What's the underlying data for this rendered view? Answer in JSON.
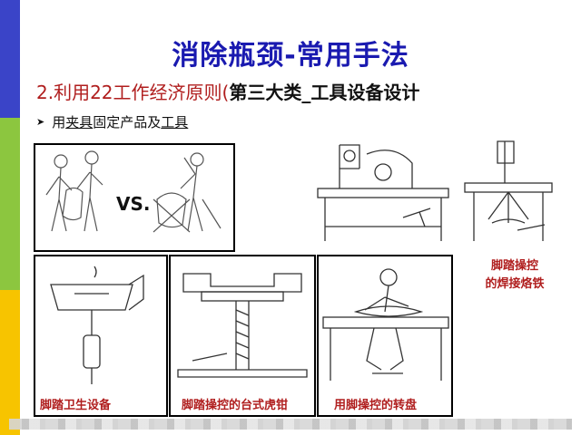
{
  "slide": {
    "title": "消除瓶颈-常用手法",
    "subtitle_prefix": "2.利用22工作经济原则(",
    "subtitle_rest": "第三大类_工具设备设计",
    "bullet_prefix": "用",
    "bullet_u1": "夹具",
    "bullet_mid": "固定产品及",
    "bullet_u2": "工具"
  },
  "panels": {
    "vs_label": "VS.",
    "caption_sink": "脚踏卫生设备",
    "caption_vise": "脚踏操控的台式虎钳",
    "caption_turntable": "用脚操控的转盘",
    "caption_solder_line1": "脚踏操控",
    "caption_solder_line2": "的焊接烙铁"
  },
  "colors": {
    "title": "#1a1ab0",
    "subtitle": "#b01e1e",
    "caption": "#b01e1e",
    "stripe_blue": "#3a44c8",
    "stripe_green": "#8cc63f",
    "stripe_yellow": "#f7c400"
  }
}
